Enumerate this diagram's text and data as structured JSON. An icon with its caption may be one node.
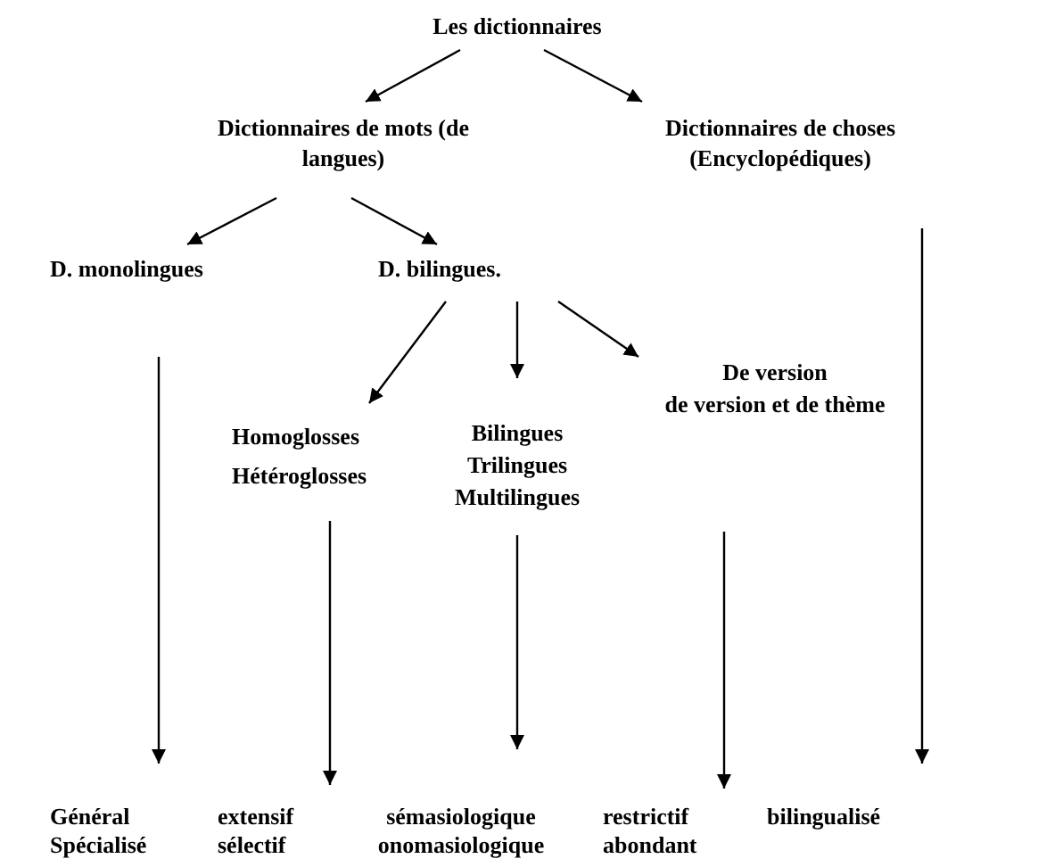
{
  "diagram": {
    "nodes": [
      {
        "text": [
          "Les dictionnaires"
        ]
      },
      {
        "text": [
          "Dictionnaires de mots (de langues)"
        ]
      },
      {
        "text": [
          "Dictionnaires de choses (Encyclopédiques)"
        ]
      },
      {
        "text": [
          "D. monolingues"
        ]
      },
      {
        "text": [
          "D. bilingues."
        ]
      },
      {
        "text": [
          "Homoglosses",
          "Hétéroglosses"
        ]
      },
      {
        "text": [
          "Bilingues",
          "Trilingues",
          "Multilingues"
        ]
      },
      {
        "text": [
          "De version",
          "de version et de thème"
        ]
      },
      {
        "text": [
          "Général",
          "Spécialisé"
        ]
      },
      {
        "text": [
          "extensif",
          "sélectif"
        ]
      },
      {
        "text": [
          "sémasiologique",
          "onomasiologique"
        ]
      },
      {
        "text": [
          "restrictif",
          "abondant"
        ]
      },
      {
        "text": [
          "bilingualisé"
        ]
      }
    ],
    "edges": [
      {
        "from": 0,
        "to": 1,
        "arrow": "to"
      },
      {
        "from": 0,
        "to": 2,
        "arrow": "to"
      },
      {
        "from": 1,
        "to": 3,
        "arrow": "to"
      },
      {
        "from": 1,
        "to": 4,
        "arrow": "to"
      },
      {
        "from": 4,
        "to": 5,
        "arrow": "to"
      },
      {
        "from": 4,
        "to": 6,
        "arrow": "to"
      },
      {
        "from": 4,
        "to": 7,
        "arrow": "to"
      },
      {
        "from": 3,
        "to": 8,
        "arrow": "to"
      },
      {
        "from": 5,
        "to": 9,
        "arrow": "to"
      },
      {
        "from": 6,
        "to": 10,
        "arrow": "to"
      },
      {
        "from": 7,
        "to": 11,
        "arrow": "to"
      },
      {
        "from": 2,
        "to": 12,
        "arrow": "to"
      }
    ]
  }
}
